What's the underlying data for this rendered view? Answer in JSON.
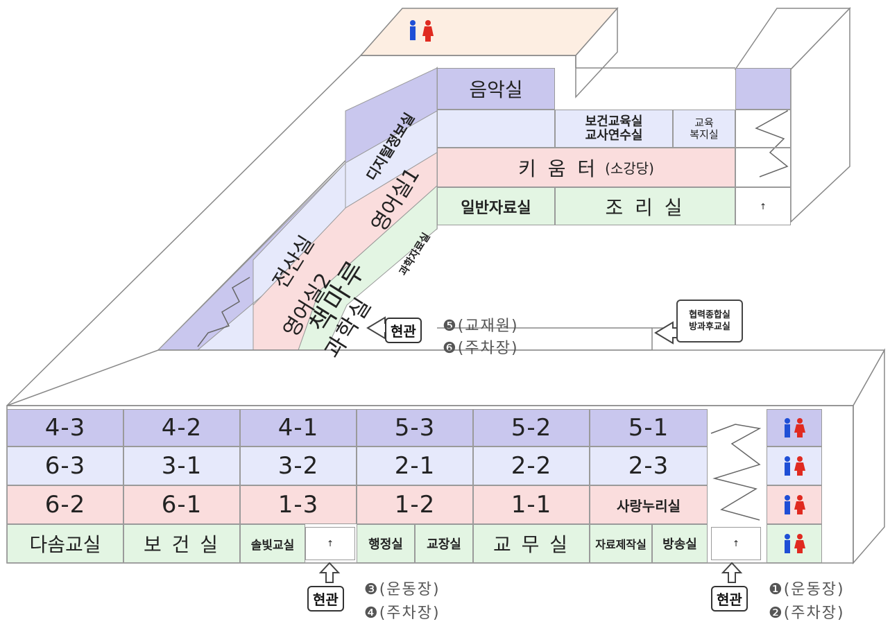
{
  "colors": {
    "floor4": "#c9c7ee",
    "floor3": "#e6e9fb",
    "floor2": "#fadddd",
    "floor1": "#e3f5e3",
    "male": "#1f4fd6",
    "female": "#e02a20"
  },
  "rear_wing": {
    "floor4": [
      "음악실"
    ],
    "floor3": [
      "보건교육실\n교사연수실",
      "교육\n복지실"
    ],
    "floor2": [
      "키 움 터",
      "(소강당)"
    ],
    "floor1": [
      "일반자료실",
      "조 리 실"
    ]
  },
  "left_wing": {
    "labels": [
      "전산실",
      "디지털정보실",
      "영어실2",
      "영어실1",
      "책마루",
      "과학실",
      "과학자료실"
    ]
  },
  "front_wing": {
    "floor4": [
      "4-3",
      "4-2",
      "4-1",
      "5-3",
      "5-2",
      "5-1"
    ],
    "floor3": [
      "6-3",
      "3-1",
      "3-2",
      "2-1",
      "2-2",
      "2-3"
    ],
    "floor2": [
      "6-2",
      "6-1",
      "1-3",
      "1-2",
      "1-1",
      "사랑누리실"
    ],
    "floor1": [
      "다솜교실",
      "보 건 실",
      "솔빛교실",
      "행정실",
      "교장실",
      "교 무 실",
      "자료제작실",
      "방송실"
    ]
  },
  "annex_label": "협력종합실\n방과후교실",
  "entrances": {
    "middle": {
      "label": "현관",
      "notes": [
        "❺(교재원)",
        "❻(주차장)"
      ]
    },
    "front_left": {
      "label": "현관",
      "notes": [
        "❸(운동장)",
        "❹(주차장)"
      ]
    },
    "front_right": {
      "label": "현관",
      "notes": [
        "❶(운동장)",
        "❷(주차장)"
      ]
    }
  }
}
